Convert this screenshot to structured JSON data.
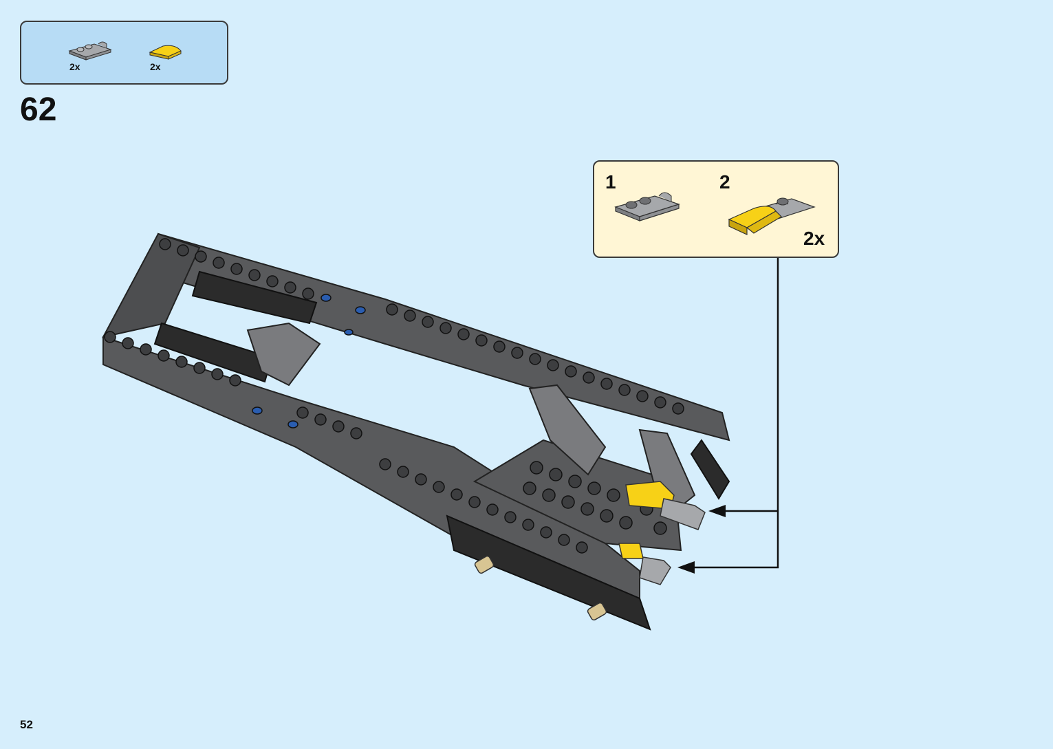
{
  "step": {
    "number": "62"
  },
  "parts_list": {
    "items": [
      {
        "name": "gray-plate-with-clip-icon",
        "qty": "2x",
        "color": "#a6a8ab"
      },
      {
        "name": "yellow-curved-slope-icon",
        "qty": "2x",
        "color": "#f7d117"
      }
    ]
  },
  "sub_assembly": {
    "steps": [
      {
        "number": "1",
        "icon": "gray-plate-with-clip-icon"
      },
      {
        "number": "2",
        "icon": "gray-plate-with-yellow-slope-icon"
      }
    ],
    "qty": "2x"
  },
  "page": {
    "number": "52"
  },
  "colors": {
    "background": "#d6eefc",
    "parts_box": "#b7dcf5",
    "sub_box": "#fff6d5",
    "brick_dark": "#595a5c",
    "brick_gray": "#a6a8ab",
    "yellow": "#f7d117",
    "blue_pin": "#2a5db0",
    "tan_axle": "#d8c593"
  }
}
